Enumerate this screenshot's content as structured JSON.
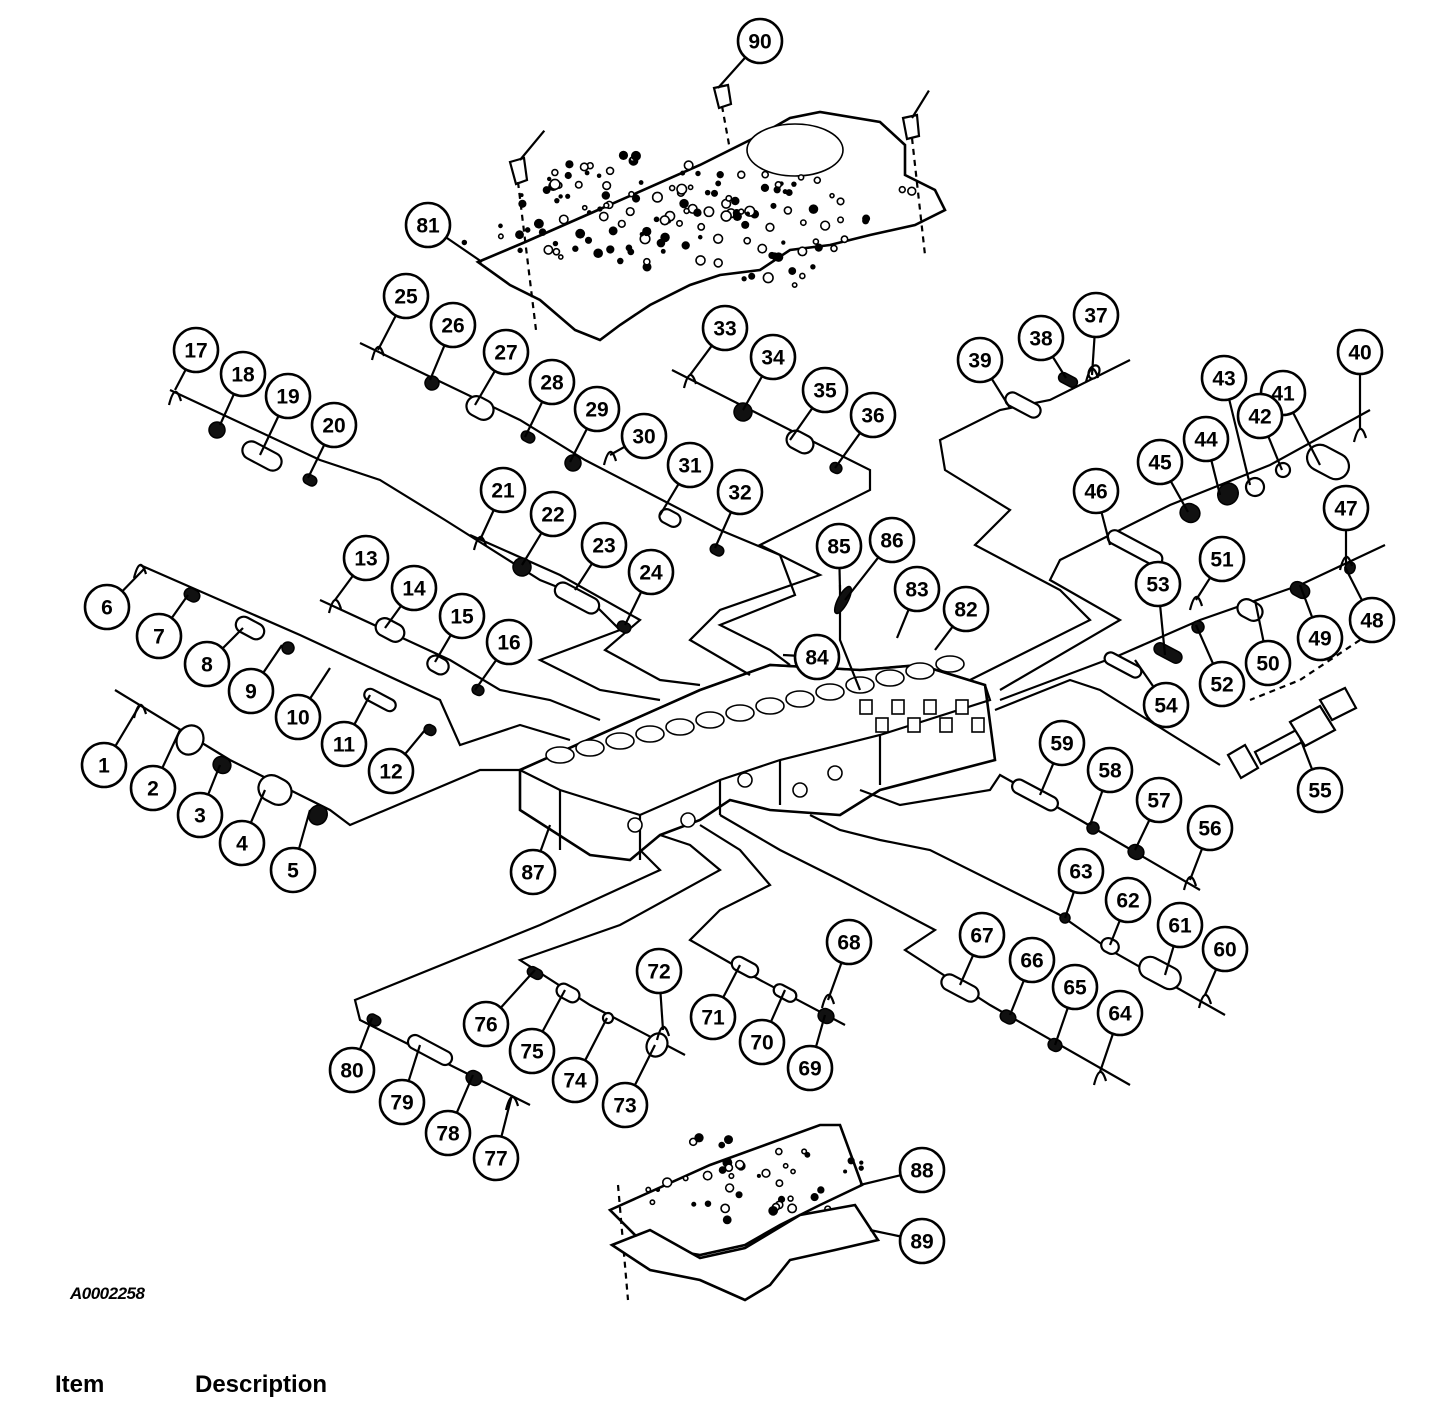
{
  "figure_code": "A0002258",
  "table_headers": {
    "item": "Item",
    "description": "Description"
  },
  "callouts": [
    "1",
    "2",
    "3",
    "4",
    "5",
    "6",
    "7",
    "8",
    "9",
    "10",
    "11",
    "12",
    "13",
    "14",
    "15",
    "16",
    "17",
    "18",
    "19",
    "20",
    "21",
    "22",
    "23",
    "24",
    "25",
    "26",
    "27",
    "28",
    "29",
    "30",
    "31",
    "32",
    "33",
    "34",
    "35",
    "36",
    "37",
    "38",
    "39",
    "40",
    "41",
    "42",
    "43",
    "44",
    "45",
    "46",
    "47",
    "48",
    "49",
    "50",
    "51",
    "52",
    "53",
    "54",
    "55",
    "56",
    "57",
    "58",
    "59",
    "60",
    "61",
    "62",
    "63",
    "64",
    "65",
    "66",
    "67",
    "68",
    "69",
    "70",
    "71",
    "72",
    "73",
    "74",
    "75",
    "76",
    "77",
    "78",
    "79",
    "80",
    "81",
    "82",
    "83",
    "84",
    "85",
    "86",
    "87",
    "88",
    "89",
    "90"
  ]
}
